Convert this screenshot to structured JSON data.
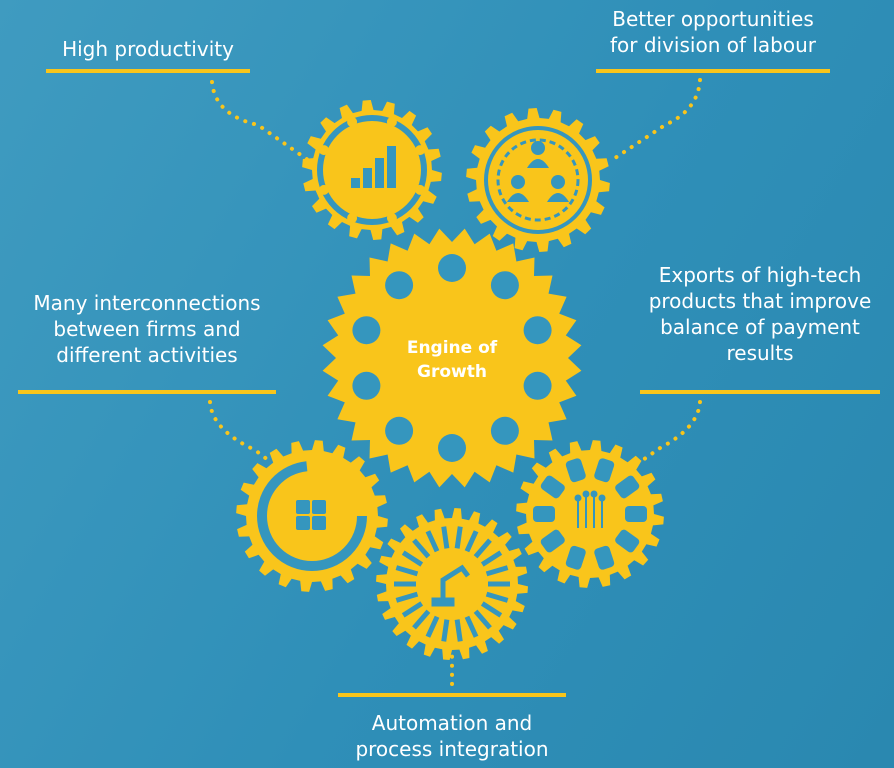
{
  "colors": {
    "gear": "#f9c51b",
    "background": "#3596be",
    "line": "#f9c51b",
    "text": "#ffffff"
  },
  "center": {
    "line1": "Engine of",
    "line2": "Growth"
  },
  "benefits": {
    "high_productivity": {
      "line1": "High productivity"
    },
    "division_of_labour": {
      "line1": "Better opportunities",
      "line2": "for division of labour"
    },
    "interconnections": {
      "line1": "Many interconnections",
      "line2": "between firms and",
      "line3": "different activities"
    },
    "exports": {
      "line1": "Exports of high-tech",
      "line2": "products that improve",
      "line3": "balance of payment",
      "line4": "results"
    },
    "automation": {
      "line1": "Automation and",
      "line2": "process integration"
    }
  },
  "icons": {
    "productivity": "bar-chart-icon",
    "division": "people-network-icon",
    "interconnections": "puzzle-icon",
    "automation": "robot-arm-icon",
    "exports": "circuit-icon"
  }
}
